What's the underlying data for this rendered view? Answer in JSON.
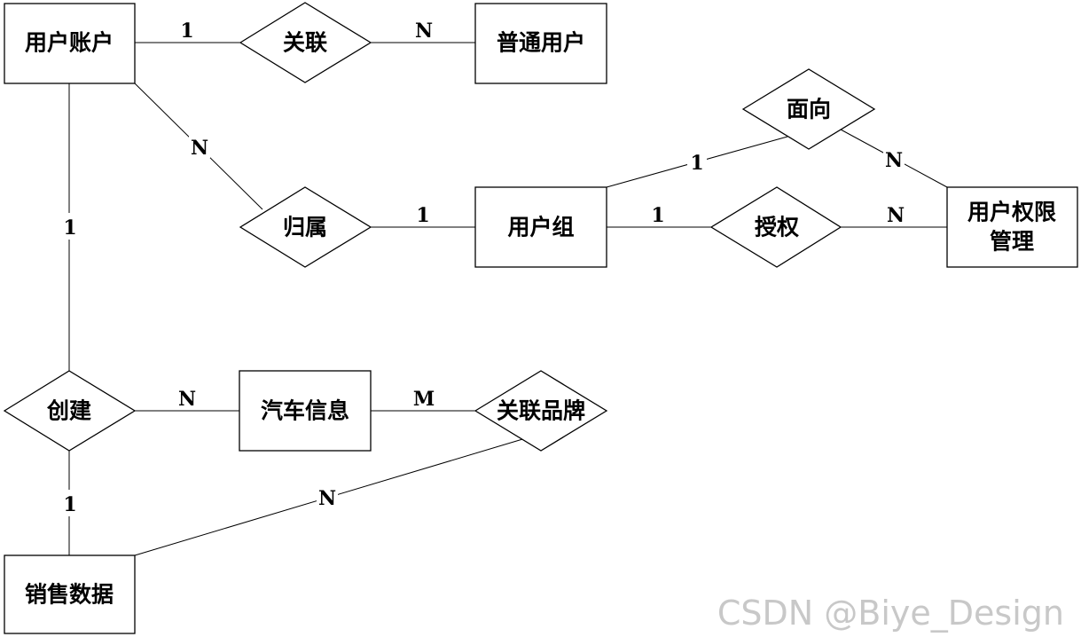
{
  "diagram": {
    "entities": {
      "user_account": [
        "用户账户"
      ],
      "normal_user": [
        "普通用户"
      ],
      "user_group": [
        "用户组"
      ],
      "permission_mgmt": [
        "用户权限",
        "管理"
      ],
      "car_info": [
        "汽车信息"
      ],
      "sales_data": [
        "销售数据"
      ]
    },
    "relations": {
      "associate": "关联",
      "belong": "归属",
      "face": "面向",
      "authorize": "授权",
      "create": "创建",
      "assoc_brand": "关联品牌"
    },
    "cardinalities": {
      "account_associate": "1",
      "associate_normal": "N",
      "account_belong": "N",
      "belong_group": "1",
      "group_face": "1",
      "face_permission": "N",
      "group_authorize": "1",
      "authorize_permission": "N",
      "account_create": "1",
      "create_car": "N",
      "car_brand": "M",
      "create_sales": "1",
      "sales_brand": "N"
    }
  },
  "watermark": "CSDN @Biye_Design"
}
